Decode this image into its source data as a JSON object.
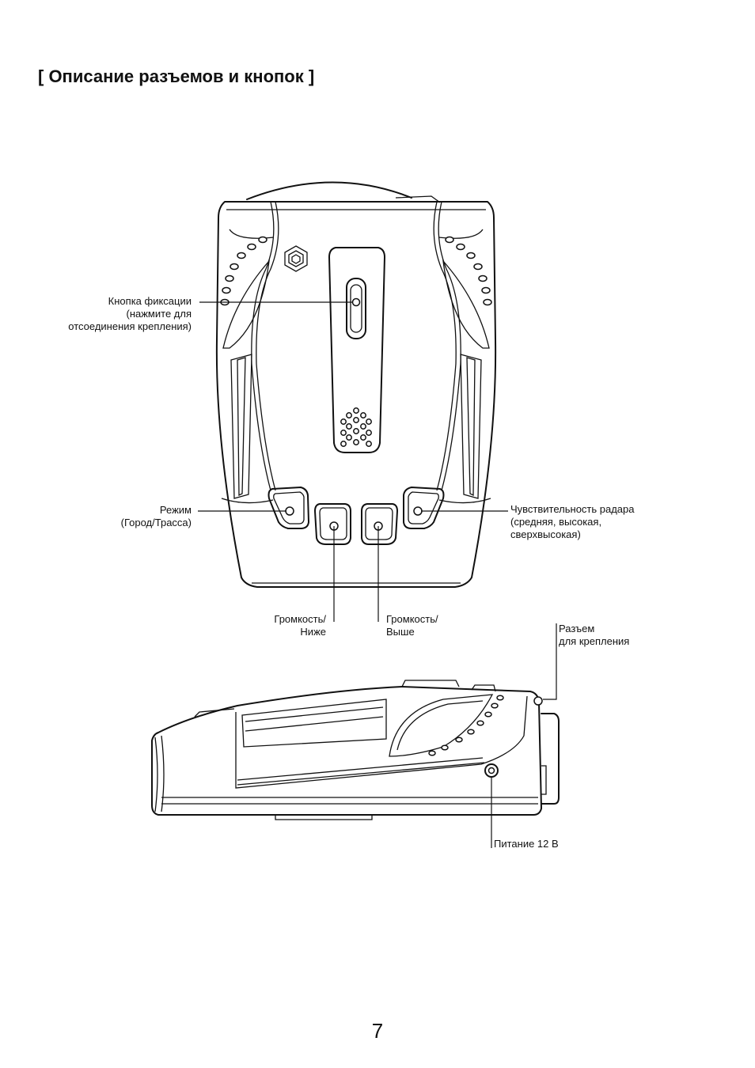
{
  "header": {
    "title": "[ Описание разъемов и кнопок ]"
  },
  "callouts": {
    "lock_button": [
      "Кнопка фиксации",
      "(нажмите для",
      "отсоединения крепления)"
    ],
    "mode": [
      "Режим",
      "(Город/Трасса)"
    ],
    "sensitivity": [
      "Чувствительность радара",
      "(средняя, высокая,",
      "сверхвысокая)"
    ],
    "volume_down": [
      "Громкость/",
      "Ниже"
    ],
    "volume_up": [
      "Громкость/",
      "Выше"
    ],
    "mount_connector": [
      "Разъем",
      "для крепления"
    ],
    "power": [
      "Питание 12 В"
    ]
  },
  "footer": {
    "page_number": "7"
  }
}
